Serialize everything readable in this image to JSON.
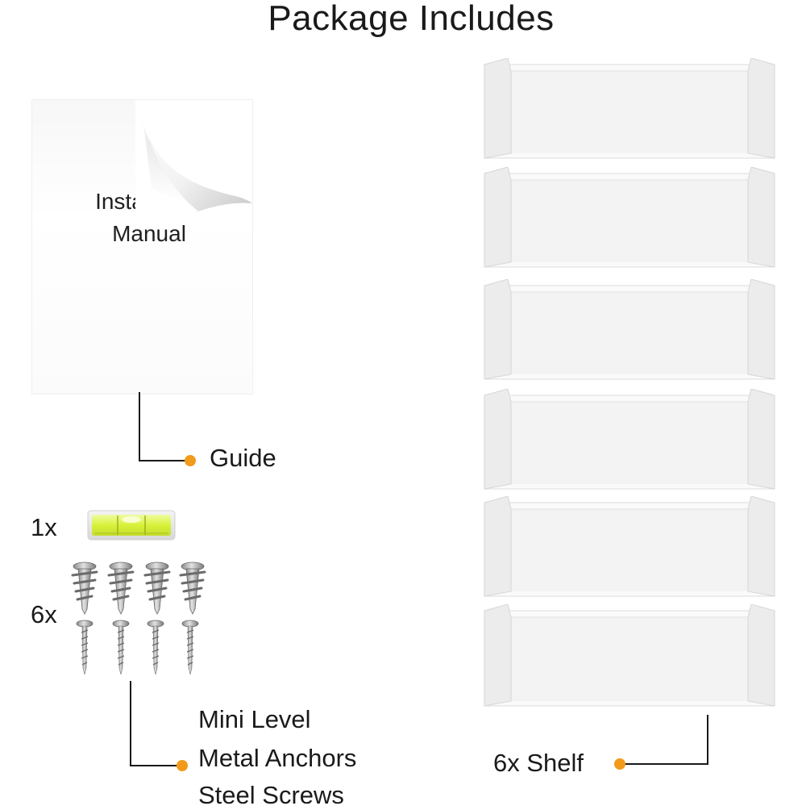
{
  "title": "Package Includes",
  "manual": {
    "line1": "Installation",
    "line2": "Manual"
  },
  "guide_label": "Guide",
  "level_qty": "1x",
  "hardware_qty": "6x",
  "hardware_labels": [
    "Mini Level",
    "Metal Anchors",
    "Steel Screws"
  ],
  "shelf_label": "6x Shelf",
  "colors": {
    "accent": "#f29a1b",
    "level": "#d8f23a",
    "text": "#1a1a1a"
  },
  "icons": [
    "manual-page-curl",
    "mini-level",
    "metal-anchor",
    "steel-screw",
    "shelf"
  ]
}
